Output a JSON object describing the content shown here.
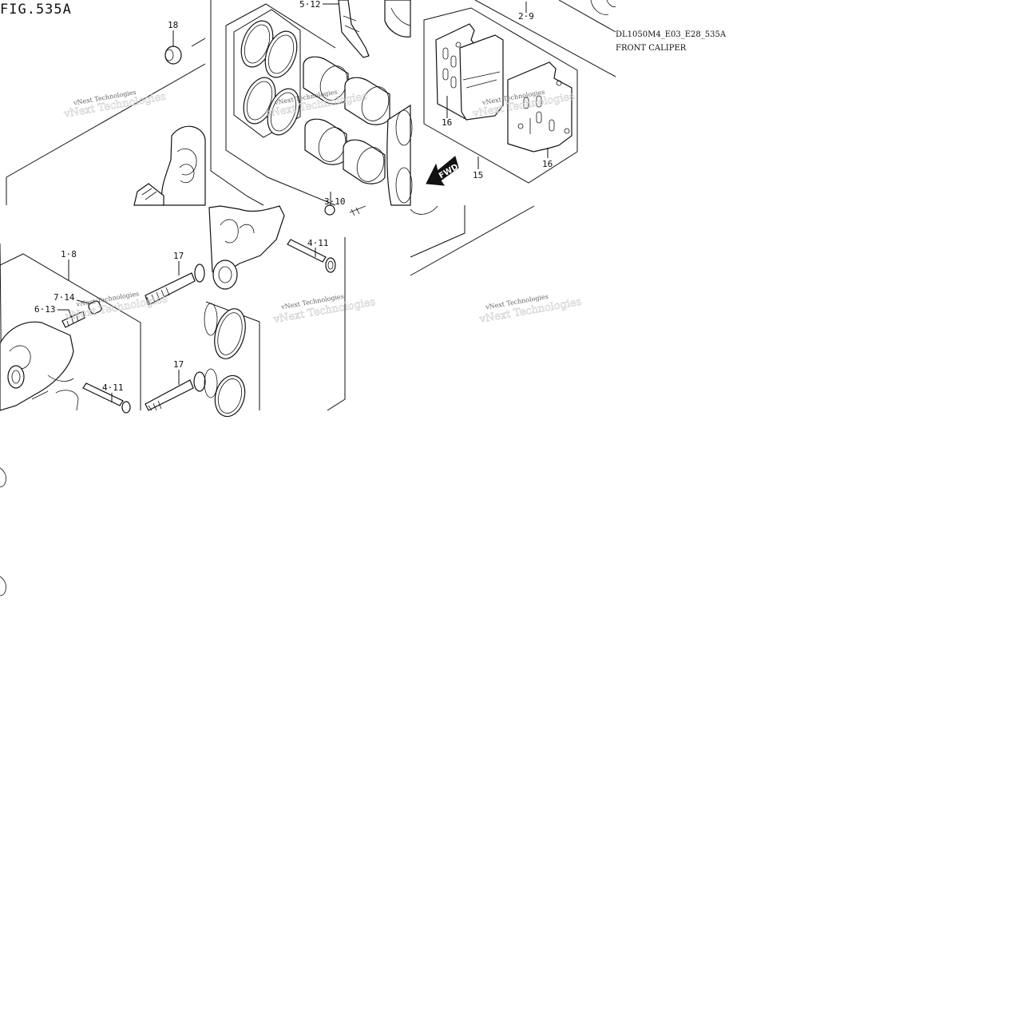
{
  "figure": {
    "title": "FIG.535A",
    "drawing_code": "DL1050M4_E03_E28_535A",
    "section_name": "FRONT CALIPER"
  },
  "callouts": {
    "c18": "18",
    "c512": "5·12",
    "c29": "2·9",
    "c16a": "16",
    "c16b": "16",
    "c15": "15",
    "c310": "3·10",
    "c411a": "4·11",
    "c18b": "1·8",
    "c17a": "17",
    "c714": "7·14",
    "c613": "6·13",
    "c17b": "17",
    "c411b": "4·11"
  },
  "fwd_badge": "FWD",
  "watermark": {
    "text": "vNext Technologies"
  }
}
